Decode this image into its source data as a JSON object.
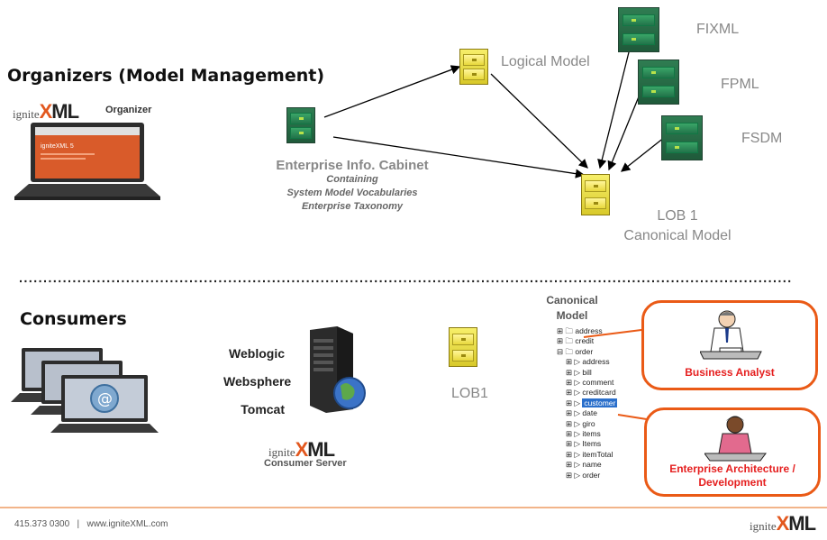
{
  "left": {
    "organizers_heading": "Organizers (Model Management)",
    "organizer_logo_prefix": "ignite",
    "organizer_logo_mark": "XML",
    "organizer_logo_label": "Organizer",
    "consumers_heading": "Consumers"
  },
  "cabinet": {
    "title": "Enterprise Info. Cabinet",
    "line1": "Containing",
    "line2": "System Model Vocabularies",
    "line3": "Enterprise Taxonomy"
  },
  "models": {
    "logical": "Logical Model",
    "fixml": "FIXML",
    "fpml": "FPML",
    "fsdm": "FSDM",
    "lob1_line1": "LOB 1",
    "lob1_line2": "Canonical Model",
    "lob1_bottom": "LOB1"
  },
  "servers": {
    "weblogic": "Weblogic",
    "websphere": "Websphere",
    "tomcat": "Tomcat",
    "consumer_logo_prefix": "ignite",
    "consumer_logo_mark": "XML",
    "consumer_label": "Consumer Server"
  },
  "tree": {
    "title_line1": "Canonical",
    "title_line2": "Model",
    "items": [
      "address",
      "credit",
      "order",
      "address",
      "bill",
      "comment",
      "creditcard",
      "customer",
      "date",
      "giro",
      "items",
      "Items",
      "itemTotal",
      "name",
      "order"
    ]
  },
  "callouts": {
    "analyst": "Business Analyst",
    "architect_line1": "Enterprise Architecture /",
    "architect_line2": "Development"
  },
  "footer": {
    "phone": "415.373 0300",
    "separator": "|",
    "website": "www.igniteXML.com",
    "logo_prefix": "ignite",
    "logo_mark": "XML"
  },
  "colors": {
    "accent": "#ea5a16",
    "callout_text": "#e51f1f",
    "gray_text": "#888888"
  }
}
